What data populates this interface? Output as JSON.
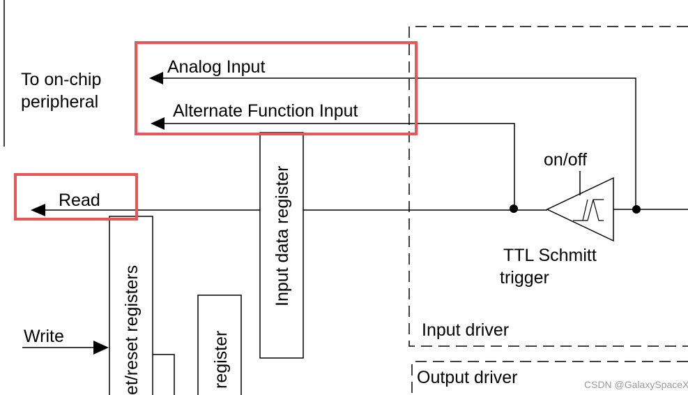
{
  "labels": {
    "to_on_chip": "To on-chip",
    "peripheral": "peripheral",
    "analog_input": "Analog Input",
    "alternate_function_input": "Alternate Function Input",
    "read": "Read",
    "write": "Write",
    "on_off": "on/off",
    "ttl_schmitt": "TTL Schmitt",
    "trigger": "trigger",
    "input_driver": "Input driver",
    "output_driver": "Output driver",
    "input_data_register": "Input data register",
    "bit_set_reset_registers": "et/reset registers",
    "output_register_partial": "register"
  },
  "watermark": "CSDN @GalaxySpaceX",
  "colors": {
    "highlight": "#e8565a",
    "line": "#000000"
  }
}
